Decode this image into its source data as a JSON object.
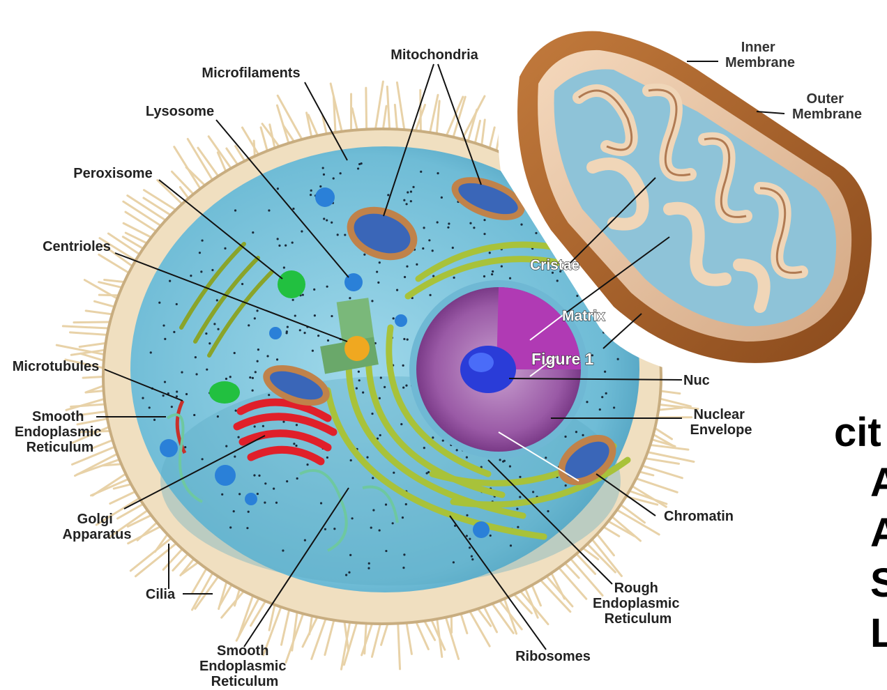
{
  "cell_labels": {
    "mitochondria": "Mitochondria",
    "microfilaments": "Microfilaments",
    "lysosome": "Lysosome",
    "peroxisome": "Peroxisome",
    "centrioles": "Centrioles",
    "microtubules": "Microtubules",
    "smooth_er_left": [
      "Smooth",
      "Endoplasmic",
      "Reticulum"
    ],
    "golgi": [
      "Golgi",
      "Apparatus"
    ],
    "cilia": "Cilia",
    "smooth_er_bottom": [
      "Smooth",
      "Endoplasmic",
      "Reticulum"
    ],
    "ribosomes": "Ribosomes",
    "rough_er": [
      "Rough",
      "Endoplasmic",
      "Reticulum"
    ],
    "chromatin": "Chromatin",
    "nuclear_envelope": [
      "Nuclear",
      "Envelope"
    ],
    "nucleus_partial": "Nuc",
    "cristae": "Cristae",
    "matrix": "Matrix",
    "figure": "Figure 1"
  },
  "mito_labels": {
    "inner_membrane": [
      "Inner",
      "Membrane"
    ],
    "outer_membrane": [
      "Outer",
      "Membrane"
    ]
  },
  "side_text": [
    "cit",
    "A",
    "A",
    "S",
    "L"
  ],
  "colors": {
    "cytoplasm": "#7cc6dc",
    "membrane": "#f3e6c8",
    "nucleus": "#9a4fa0",
    "nucleolus": "#2a3cd8",
    "golgi": "#e0202a",
    "rough_er": "#a8c23a",
    "peroxisome": "#22c040",
    "mito_outer": "#b0672c",
    "mito_matrix": "#8ec3d8",
    "cilia": "#e8d2a8"
  }
}
